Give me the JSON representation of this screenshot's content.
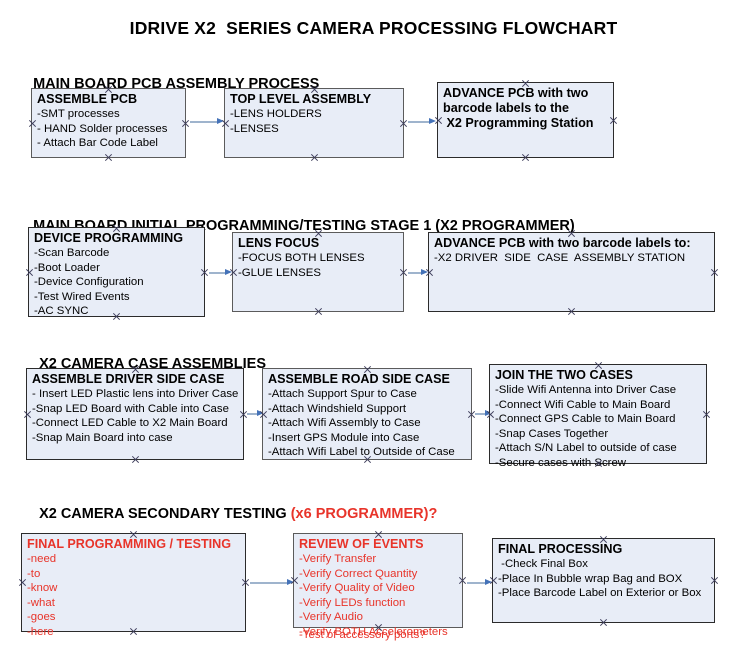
{
  "title": "IDRIVE X2  SERIES CAMERA PROCESSING FLOWCHART",
  "sections": [
    {
      "id": "main-board-pcb-assembly",
      "header": "MAIN BOARD PCB ASSEMBLY PROCESS",
      "header_accent": ""
    },
    {
      "id": "main-board-initial-programming",
      "header": "MAIN BOARD INITIAL PROGRAMMING/TESTING STAGE 1 (X2 PROGRAMMER)",
      "header_accent": ""
    },
    {
      "id": "x2-camera-case-assemblies",
      "header": "X2 CAMERA CASE ASSEMBLIES",
      "header_accent": ""
    },
    {
      "id": "x2-camera-secondary-testing",
      "header": "X2 CAMERA SECONDARY TESTING ",
      "header_accent": "(x6 PROGRAMMER)?"
    }
  ],
  "nodes": {
    "assemble_pcb": {
      "title": "ASSEMBLE PCB",
      "lines": [
        "-SMT processes",
        "- HAND Solder processes",
        "- Attach Bar Code Label"
      ]
    },
    "top_level_assembly": {
      "title": "TOP LEVEL ASSEMBLY",
      "lines": [
        "-LENS HOLDERS",
        "-LENSES"
      ]
    },
    "advance_pcb_station": {
      "title": "ADVANCE PCB with two",
      "title2": "barcode labels to the",
      "title3": " X2 Programming Station",
      "lines": []
    },
    "device_programming": {
      "title": "DEVICE PROGRAMMING",
      "lines": [
        "-Scan Barcode",
        "-Boot Loader",
        "-Device Configuration",
        "-Test Wired Events",
        "-AC SYNC"
      ]
    },
    "lens_focus": {
      "title": "LENS FOCUS",
      "lines": [
        "-FOCUS BOTH LENSES",
        "-GLUE LENSES"
      ]
    },
    "advance_pcb_driver_case": {
      "title": "ADVANCE PCB with two barcode labels to:",
      "lines": [
        "-X2 DRIVER  SIDE  CASE  ASSEMBLY STATION"
      ]
    },
    "assemble_driver_side_case": {
      "title": "ASSEMBLE DRIVER SIDE CASE",
      "lines": [
        "- Insert LED Plastic lens into Driver Case",
        "-Snap LED Board with Cable into Case",
        "-Connect LED Cable to X2 Main Board",
        "-Snap Main Board into case"
      ]
    },
    "assemble_road_side_case": {
      "title": "ASSEMBLE ROAD SIDE CASE",
      "lines": [
        "-Attach Support Spur to Case",
        "-Attach Windshield Support",
        "-Attach Wifi Assembly to Case",
        "-Insert GPS Module into Case",
        "-Attach Wifi Label to Outside of Case"
      ]
    },
    "join_the_two_cases": {
      "title": "JOIN THE TWO CASES",
      "lines": [
        "-Slide Wifi Antenna into Driver Case",
        "-Connect Wifi Cable to Main Board",
        "-Connect GPS Cable to Main Board",
        "-Snap Cases Together",
        "-Attach S/N Label to outside of case",
        "-Secure cases with Screw"
      ]
    },
    "final_programming_testing": {
      "title": "FINAL PROGRAMMING / TESTING",
      "lines": [
        "-need",
        "-to",
        "-know",
        "-what",
        "-goes",
        "-here"
      ]
    },
    "review_of_events": {
      "title": "REVIEW OF EVENTS",
      "lines": [
        "-Verify Transfer",
        "-Verify Correct Quantity",
        "-Verify Quality of Video",
        "-Verify LEDs function",
        "-Verify Audio",
        "-Verify BOTH Accelerometers"
      ],
      "overflow_line": "-Test of accessory ports?"
    },
    "final_processing": {
      "title": "FINAL PROCESSING",
      "lines": [
        " -Check Final Box",
        "-Place In Bubble wrap Bag and BOX",
        "-Place Barcode Label on Exterior or Box"
      ]
    }
  },
  "colors": {
    "node_fill": "#e8edf7",
    "node_border": "#5b5b5b",
    "accent_red": "#e8342a",
    "arrow_head": "#4472b8",
    "arrow_shaft": "#9fb4cd",
    "text": "#000000"
  }
}
